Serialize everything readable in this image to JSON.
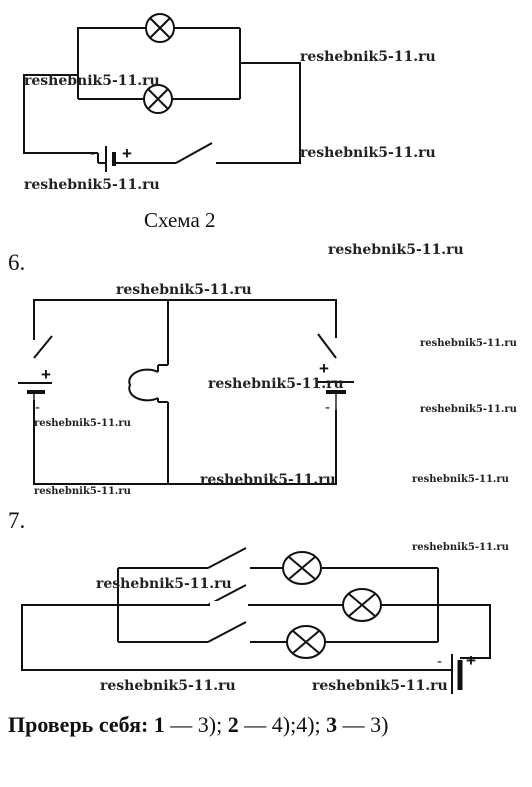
{
  "watermark": "reshebnik5-11.ru",
  "scheme_caption": "Схема 2",
  "task_numbers": {
    "six": "6.",
    "seven": "7."
  },
  "polarity": {
    "plus": "+",
    "minus": "-"
  },
  "answer": {
    "label": "Проверь себя:",
    "n1": "1",
    "a1": "— 3);",
    "n2": "2",
    "a2": "— 4);4);",
    "n3": "3",
    "a3": "— 3)"
  }
}
